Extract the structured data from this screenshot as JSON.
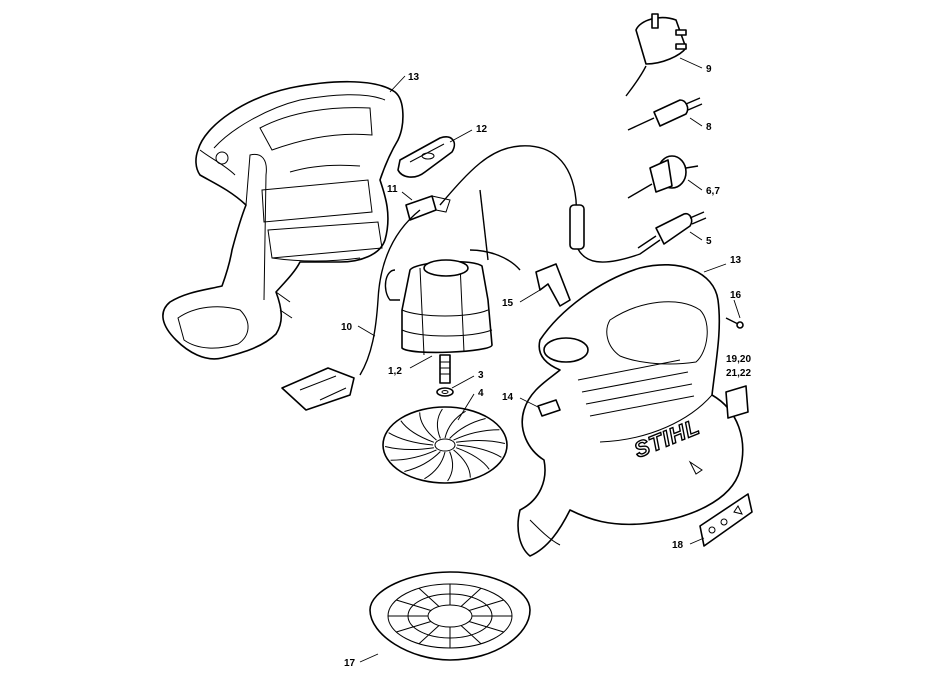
{
  "diagram": {
    "brand_text": "STIHL",
    "callouts": {
      "p13_top": "13",
      "p12": "12",
      "p11": "11",
      "p10": "10",
      "p1_2": "1,2",
      "p3": "3",
      "p4": "4",
      "p14": "14",
      "p15": "15",
      "p9": "9",
      "p8": "8",
      "p6_7": "6,7",
      "p5": "5",
      "p13_right": "13",
      "p16": "16",
      "p19_20": "19,20",
      "p21_22": "21,22",
      "p18": "18",
      "p17": "17"
    }
  }
}
